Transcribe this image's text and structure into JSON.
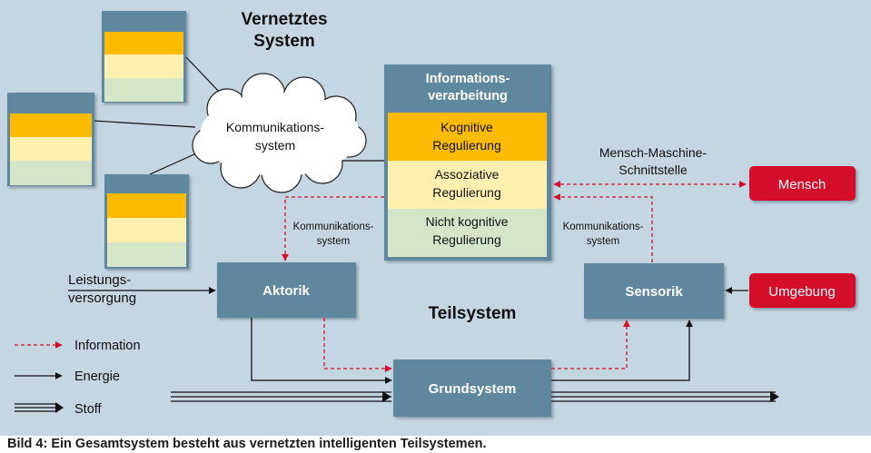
{
  "title": {
    "line1": "Vernetztes",
    "line2": "System"
  },
  "cloud": {
    "line1": "Kommunikations-",
    "line2": "system"
  },
  "info_box": {
    "header_line1": "Informations-",
    "header_line2": "verarbeitung",
    "rows": [
      {
        "line1": "Kognitive",
        "line2": "Regulierung",
        "color": "#fbbb00"
      },
      {
        "line1": "Assoziative",
        "line2": "Regulierung",
        "color": "#fff0b0"
      },
      {
        "line1": "Nicht kognitive",
        "line2": "Regulierung",
        "color": "#d4e5c8"
      }
    ]
  },
  "mmi_label": {
    "line1": "Mensch-Maschine-",
    "line2": "Schnittstelle"
  },
  "mensch": "Mensch",
  "umgebung": "Umgebung",
  "komm_left": {
    "line1": "Kommunikations-",
    "line2": "system"
  },
  "komm_right": {
    "line1": "Kommunikations-",
    "line2": "system"
  },
  "leistung": {
    "line1": "Leistungs-",
    "line2": "versorgung"
  },
  "aktorik": "Aktorik",
  "sensorik": "Sensorik",
  "teilsystem": "Teilsystem",
  "grundsystem": "Grundsystem",
  "legend": [
    {
      "type": "information",
      "label": "Information"
    },
    {
      "type": "energie",
      "label": "Energie"
    },
    {
      "type": "stoff",
      "label": "Stoff"
    }
  ],
  "caption": "Bild 4: Ein Gesamtsystem besteht aus vernetzten intelligenten Teilsystemen.",
  "colors": {
    "background": "#c5d6e3",
    "box": "#5f889e",
    "red": "#d4102a",
    "dashed_arrow": "#d4102a",
    "solid_arrow": "#111111",
    "mini_orange": "#fbbb00",
    "mini_yellow": "#fff0b0",
    "mini_green": "#d4e5c8"
  }
}
